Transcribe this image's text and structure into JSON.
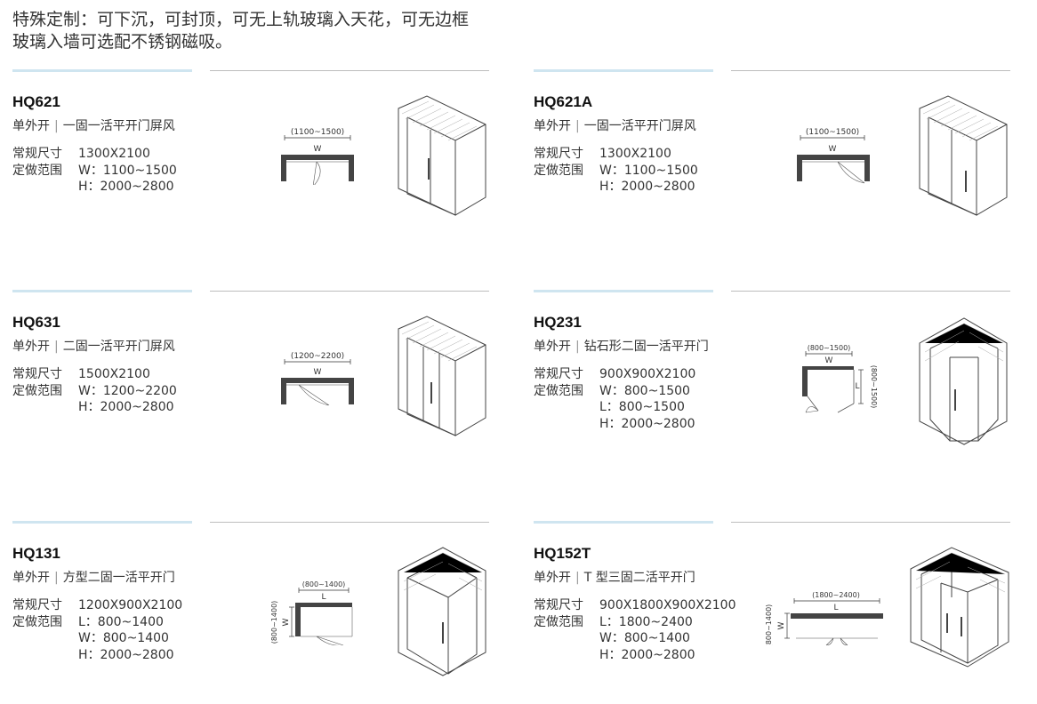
{
  "header": {
    "line1": "特殊定制：可下沉，可封顶，可无上轨玻璃入天花，可无边框",
    "line2": "玻璃入墙可选配不锈钢磁吸。"
  },
  "products": [
    {
      "model": "HQ621",
      "open_type": "单外开",
      "name": "一固一活平开门屏风",
      "specs": [
        {
          "label": "常规尺寸",
          "value": "1300X2100"
        },
        {
          "label": "定做范围",
          "value": "W：1100~1500"
        },
        {
          "label": "",
          "value": "H：2000~2800"
        }
      ],
      "plan": {
        "range": "(1100~1500)",
        "w": "W"
      }
    },
    {
      "model": "HQ621A",
      "open_type": "单外开",
      "name": "一固一活平开门屏风",
      "specs": [
        {
          "label": "常规尺寸",
          "value": "1300X2100"
        },
        {
          "label": "定做范围",
          "value": "W：1100~1500"
        },
        {
          "label": "",
          "value": "H：2000~2800"
        }
      ],
      "plan": {
        "range": "(1100~1500)",
        "w": "W"
      }
    },
    {
      "model": "HQ631",
      "open_type": "单外开",
      "name": "二固一活平开门屏风",
      "specs": [
        {
          "label": "常规尺寸",
          "value": "1500X2100"
        },
        {
          "label": "定做范围",
          "value": "W：1200~2200"
        },
        {
          "label": "",
          "value": "H：2000~2800"
        }
      ],
      "plan": {
        "range": "(1200~2200)",
        "w": "W"
      }
    },
    {
      "model": "HQ231",
      "open_type": "单外开",
      "name": "钻石形二固一活平开门",
      "specs": [
        {
          "label": "常规尺寸",
          "value": "900X900X2100"
        },
        {
          "label": "定做范围",
          "value": "W：800~1500"
        },
        {
          "label": "",
          "value": "L：800~1500"
        },
        {
          "label": "",
          "value": "H：2000~2800"
        }
      ],
      "plan": {
        "range": "(800~1500)",
        "w": "W",
        "range2": "(800~1500)",
        "l": "L"
      }
    },
    {
      "model": "HQ131",
      "open_type": "单外开",
      "name": "方型二固一活平开门",
      "specs": [
        {
          "label": "常规尺寸",
          "value": "1200X900X2100"
        },
        {
          "label": "定做范围",
          "value": "L：800~1400"
        },
        {
          "label": "",
          "value": "W：800~1400"
        },
        {
          "label": "",
          "value": "H：2000~2800"
        }
      ],
      "plan": {
        "range": "(800~1400)",
        "l": "L",
        "range2": "(800~1400)",
        "w": "W"
      }
    },
    {
      "model": "HQ152T",
      "open_type": "单外开",
      "name": "T 型三固二活平开门",
      "specs": [
        {
          "label": "常规尺寸",
          "value": "900X1800X900X2100"
        },
        {
          "label": "定做范围",
          "value": "L：1800~2400"
        },
        {
          "label": "",
          "value": "W：800~1400"
        },
        {
          "label": "",
          "value": "H：2000~2800"
        }
      ],
      "plan": {
        "range": "(1800~2400)",
        "l": "L",
        "range2": "(800~1400)",
        "w": "W"
      }
    }
  ]
}
